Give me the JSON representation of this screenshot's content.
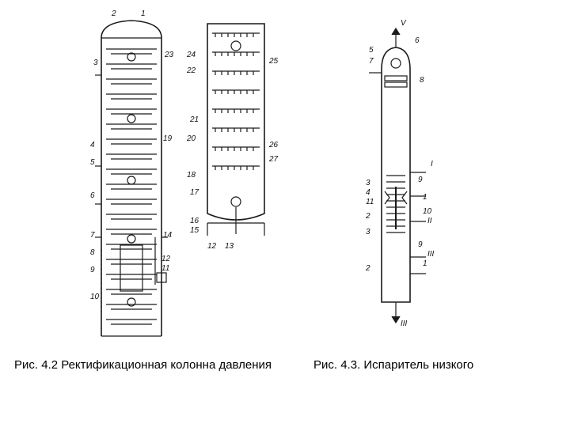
{
  "captions": {
    "left": "Рис. 4.2 Ректификационная колонна давления",
    "right": "Рис. 4.3. Испаритель низкого"
  },
  "fig42_labels": [
    "1",
    "2",
    "3",
    "4",
    "5",
    "6",
    "7",
    "8",
    "9",
    "10",
    "11",
    "12",
    "14",
    "19",
    "23"
  ],
  "fig42b_labels": [
    "12",
    "13",
    "15",
    "16",
    "17",
    "18",
    "20",
    "21",
    "22",
    "24",
    "25",
    "26",
    "27"
  ],
  "fig43_labels": {
    "top_outlet": "V",
    "numbers": [
      "1",
      "1",
      "2",
      "2",
      "3",
      "3",
      "4",
      "5",
      "6",
      "7",
      "8",
      "9",
      "9",
      "10",
      "11"
    ],
    "streams": [
      "I",
      "II",
      "III",
      "III"
    ]
  },
  "colors": {
    "line": "#1a1a1a",
    "background": "#ffffff"
  }
}
